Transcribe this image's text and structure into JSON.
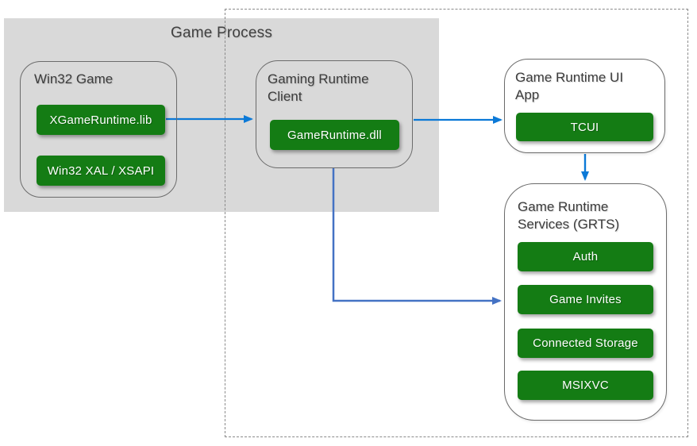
{
  "diagram": {
    "process_region_label": "Game Process",
    "nodes": {
      "win32_game": {
        "title": "Win32 Game",
        "items": [
          "XGameRuntime.lib",
          "Win32 XAL / XSAPI"
        ]
      },
      "gaming_runtime_client": {
        "title": "Gaming Runtime Client",
        "items": [
          "GameRuntime.dll"
        ]
      },
      "game_runtime_ui_app": {
        "title": "Game Runtime UI App",
        "items": [
          "TCUI"
        ]
      },
      "game_runtime_services": {
        "title": "Game Runtime Services (GRTS)",
        "items": [
          "Auth",
          "Game Invites",
          "Connected Storage",
          "MSIXVC"
        ]
      }
    },
    "edges": [
      {
        "from": "XGameRuntime.lib",
        "to": "Gaming Runtime Client"
      },
      {
        "from": "Gaming Runtime Client",
        "to": "Game Runtime UI App"
      },
      {
        "from": "TCUI",
        "to": "Game Runtime Services (GRTS)"
      },
      {
        "from": "Gaming Runtime Client",
        "to": "Game Runtime Services (GRTS)"
      }
    ],
    "colors": {
      "chip_green": "#147C14",
      "arrow_blue": "#0B79D7",
      "arrow_indigo": "#4472C4",
      "process_region_fill": "#D9D9D9"
    }
  }
}
